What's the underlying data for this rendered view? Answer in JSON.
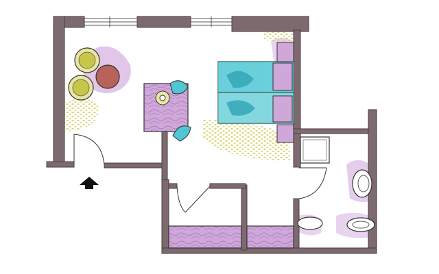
{
  "plan": {
    "type": "floor-plan",
    "style": "hand-colored marker sketch",
    "colors": {
      "wall": "#7d6a6f",
      "wall_stroke": "#4a3d41",
      "floor": "#ffffff",
      "lilac": "#cfa7d9",
      "purple": "#a97bc2",
      "aqua": "#4fc7d3",
      "teal": "#2fa4b4",
      "olive": "#c8c64a",
      "yellow_dots": "#d6d36a",
      "terracotta": "#b7625a",
      "arrow": "#111111"
    },
    "rooms": [
      {
        "name": "entry-lounge",
        "contents": [
          "armchair",
          "armchair",
          "round-table"
        ]
      },
      {
        "name": "bedroom",
        "contents": [
          "double-bed",
          "nightstand",
          "nightstand",
          "desk",
          "chair",
          "chair"
        ]
      },
      {
        "name": "bathroom",
        "contents": [
          "shower",
          "toilet",
          "sink",
          "bathtub"
        ]
      },
      {
        "name": "hall",
        "contents": [
          "wardrobe",
          "wardrobe"
        ]
      }
    ],
    "entrance_arrow": "up-arrow-icon"
  }
}
